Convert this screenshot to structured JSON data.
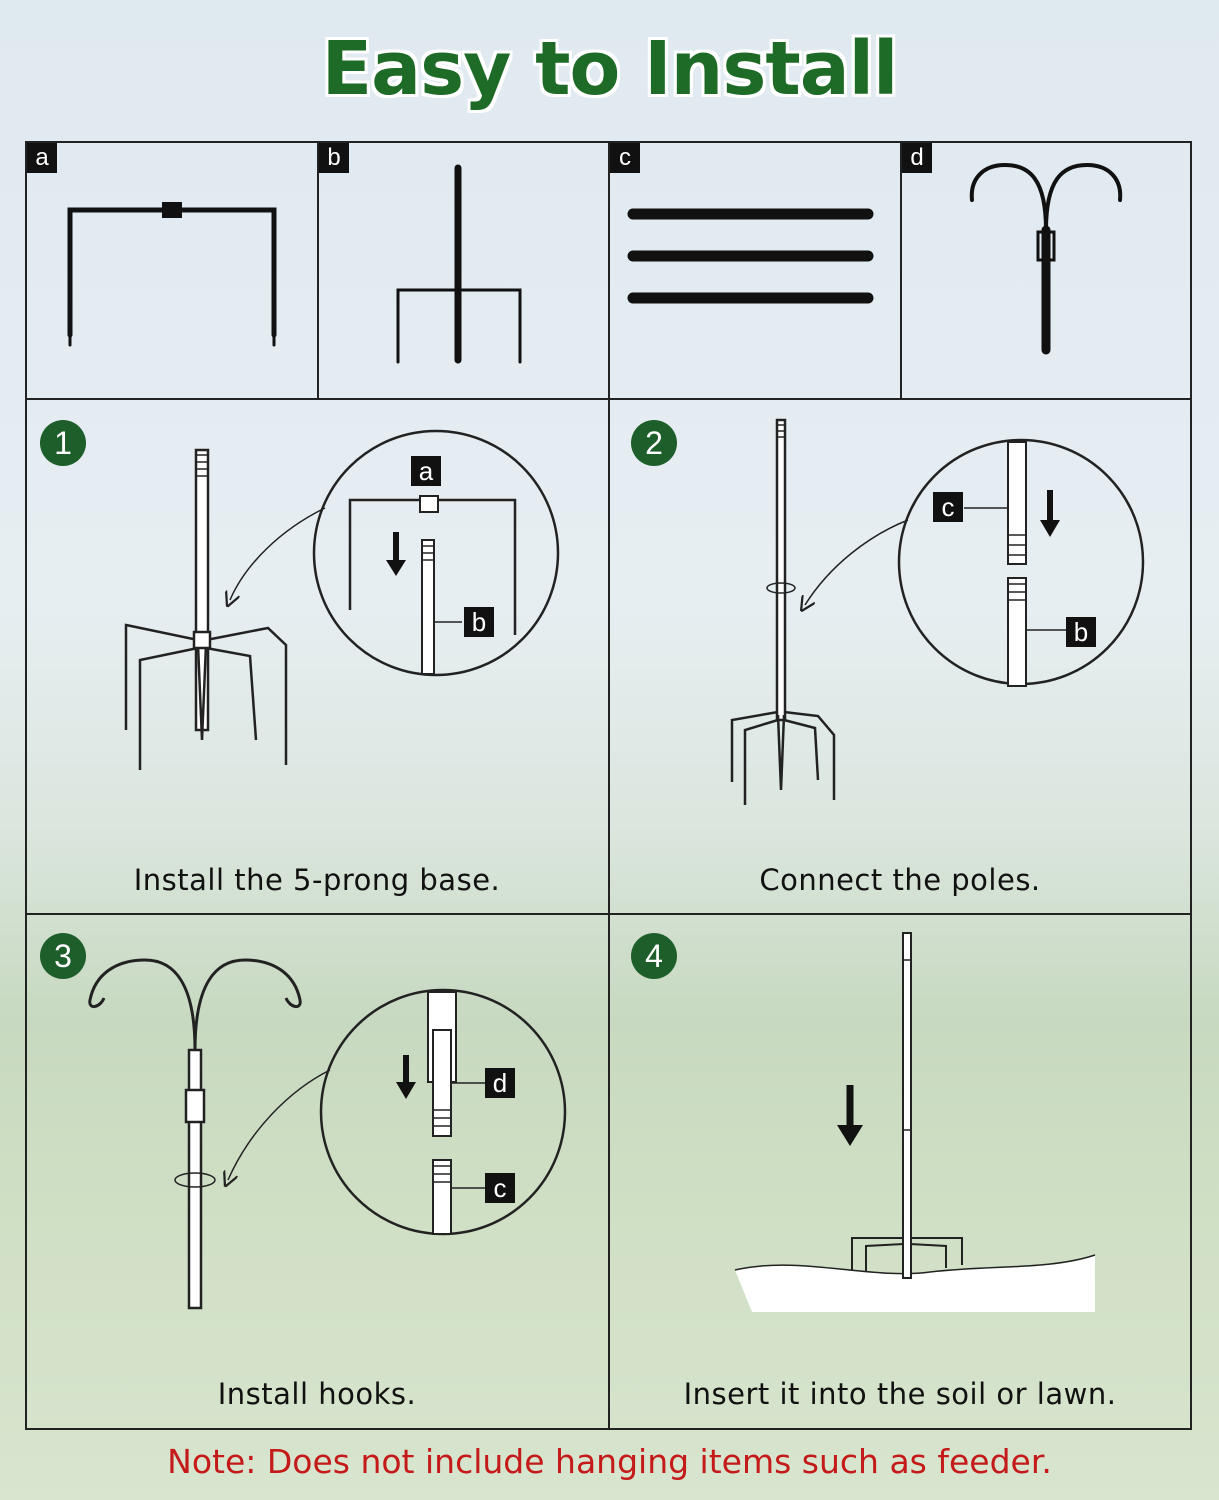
{
  "title": "Easy to Install",
  "parts": [
    {
      "label": "a",
      "icon": "staple-base-icon"
    },
    {
      "label": "b",
      "icon": "spike-prong-icon"
    },
    {
      "label": "c",
      "icon": "pole-sections-icon"
    },
    {
      "label": "d",
      "icon": "double-hook-icon"
    }
  ],
  "steps": [
    {
      "number": "1",
      "caption": "Install the 5-prong base.",
      "callouts": [
        "a",
        "b"
      ]
    },
    {
      "number": "2",
      "caption": "Connect the poles.",
      "callouts": [
        "c",
        "b"
      ]
    },
    {
      "number": "3",
      "caption": "Install hooks.",
      "callouts": [
        "d",
        "c"
      ]
    },
    {
      "number": "4",
      "caption": "Insert it into the soil or lawn.",
      "callouts": []
    }
  ],
  "note": "Note: Does not include hanging items such as feeder.",
  "colors": {
    "title": "#1d6b27",
    "step_badge": "#1d5e2a",
    "note": "#c41a1a",
    "line": "#222222"
  }
}
